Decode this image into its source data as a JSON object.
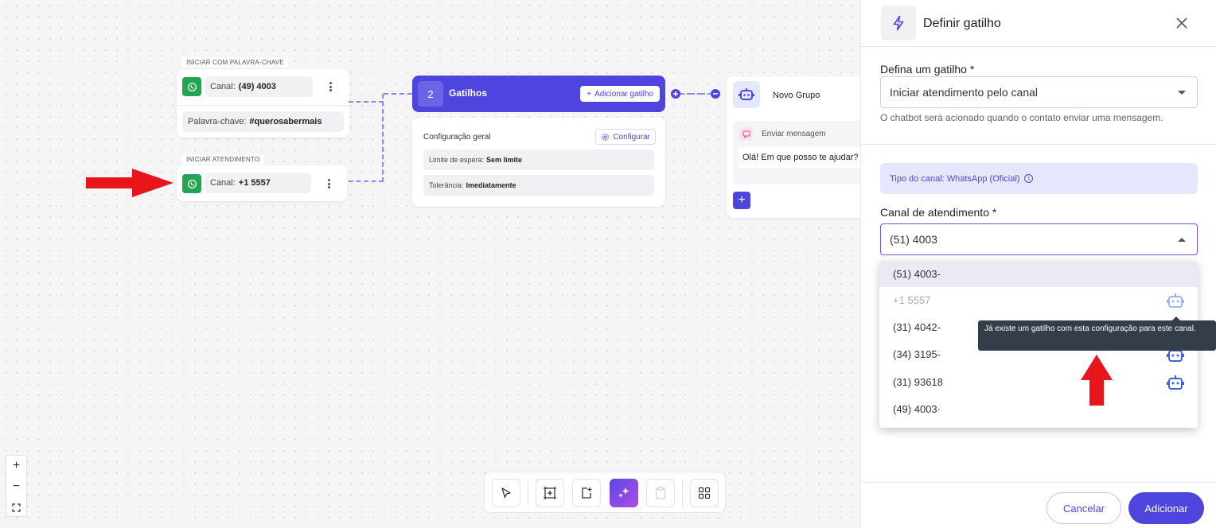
{
  "canvas": {
    "keyword_trigger": {
      "tag": "INICIAR COM PALAVRA-CHAVE",
      "channel_prefix": "Canal:",
      "channel_value": "(49) 4003",
      "keyword_prefix": "Palavra-chave:",
      "keyword_value": "#querosabermais"
    },
    "attendance_trigger": {
      "tag": "INICIAR ATENDIMENTO",
      "channel_prefix": "Canal:",
      "channel_value": "+1 5557"
    },
    "group": {
      "badge": "2",
      "title": "Gatilhos",
      "add_button": "Adicionar gatilho",
      "config_title": "Configuração geral",
      "config_button": "Configurar",
      "wait_prefix": "Limite de espera:",
      "wait_value": "Sem limite",
      "tolerance_prefix": "Tolerância:",
      "tolerance_value": "Imediatamente"
    },
    "bot_node": {
      "title": "Novo Grupo",
      "message_label": "Enviar mensagem",
      "message_text": "Olá! Em que posso te ajudar?",
      "add_symbol": "+"
    },
    "zoom": {
      "in": "+",
      "out": "−"
    }
  },
  "panel": {
    "title": "Definir gatilho",
    "trigger_label": "Defina um gatilho *",
    "trigger_value": "Iniciar atendimento pelo canal",
    "helper_text": "O chatbot será acionado quando o contato enviar uma mensagem.",
    "channel_type": "Tipo do canal: WhatsApp (Oficial)",
    "channel_label": "Canal de atendimento *",
    "channel_value": "(51) 4003",
    "options": [
      {
        "label": "(51) 4003-"
      },
      {
        "label": "+1 5557"
      },
      {
        "label": "(31) 4042-"
      },
      {
        "label": "(34) 3195-"
      },
      {
        "label": "(31) 93618"
      },
      {
        "label": "(49) 4003·"
      }
    ],
    "tooltip": "Já existe um gatilho com esta configuração para este canal.",
    "cancel_button": "Cancelar",
    "add_button": "Adicionar"
  },
  "colors": {
    "primary": "#4e45de",
    "whatsapp": "#23a455",
    "arrow": "#e8161b"
  }
}
